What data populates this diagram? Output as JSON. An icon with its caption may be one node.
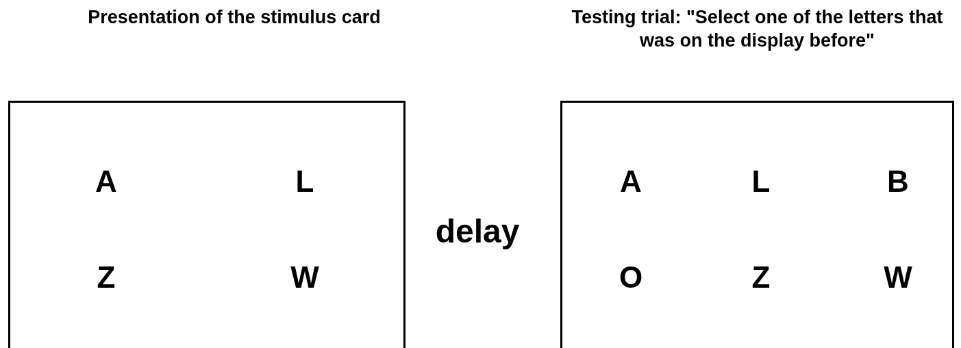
{
  "diagram": {
    "nodes": [
      {
        "text": [
          "Presentation of the stimulus card",
          "A",
          "L",
          "Z",
          "W"
        ]
      },
      {
        "text": [
          "Testing trial: \"Select one of the letters that was on the display before\"",
          "A",
          "L",
          "B",
          "O",
          "Z",
          "W"
        ]
      }
    ],
    "labels": [
      "delay"
    ]
  }
}
